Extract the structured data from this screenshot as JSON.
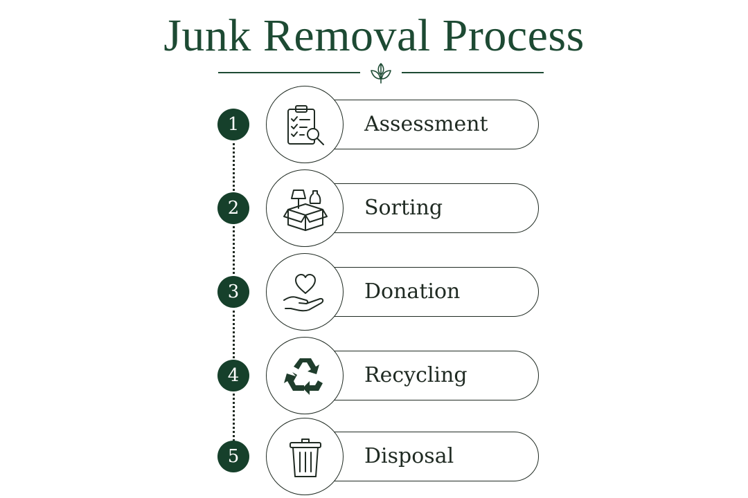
{
  "title": "Junk Removal Process",
  "accent_color": "#16402b",
  "steps": [
    {
      "number": "1",
      "label": "Assessment",
      "icon": "clipboard-magnifier-icon"
    },
    {
      "number": "2",
      "label": "Sorting",
      "icon": "box-lamp-vase-icon"
    },
    {
      "number": "3",
      "label": "Donation",
      "icon": "hand-heart-icon"
    },
    {
      "number": "4",
      "label": "Recycling",
      "icon": "recycle-icon"
    },
    {
      "number": "5",
      "label": "Disposal",
      "icon": "trash-can-icon"
    }
  ]
}
